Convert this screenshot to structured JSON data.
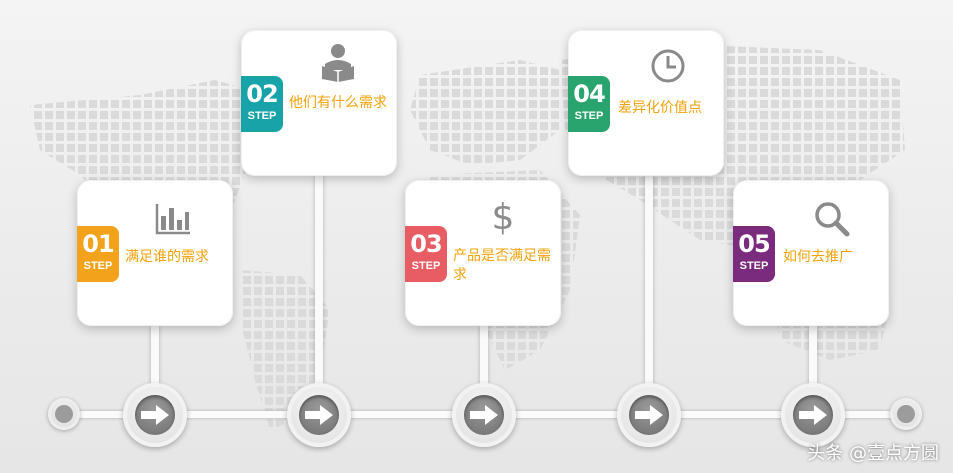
{
  "steps": [
    {
      "num": "01",
      "label": "STEP",
      "text": "满足谁的需求",
      "color": "#f3a21b",
      "icon": "bar-chart-icon"
    },
    {
      "num": "02",
      "label": "STEP",
      "text": "他们有什么需求",
      "color": "#18a3a9",
      "icon": "reader-icon"
    },
    {
      "num": "03",
      "label": "STEP",
      "text": "产品是否满足需求",
      "color": "#e85c64",
      "icon": "dollar-icon"
    },
    {
      "num": "04",
      "label": "STEP",
      "text": "差异化价值点",
      "color": "#2aa46f",
      "icon": "clock-icon"
    },
    {
      "num": "05",
      "label": "STEP",
      "text": "如何去推广",
      "color": "#7b2b7d",
      "icon": "search-icon"
    }
  ],
  "watermark": "头条 @壹点方圆"
}
